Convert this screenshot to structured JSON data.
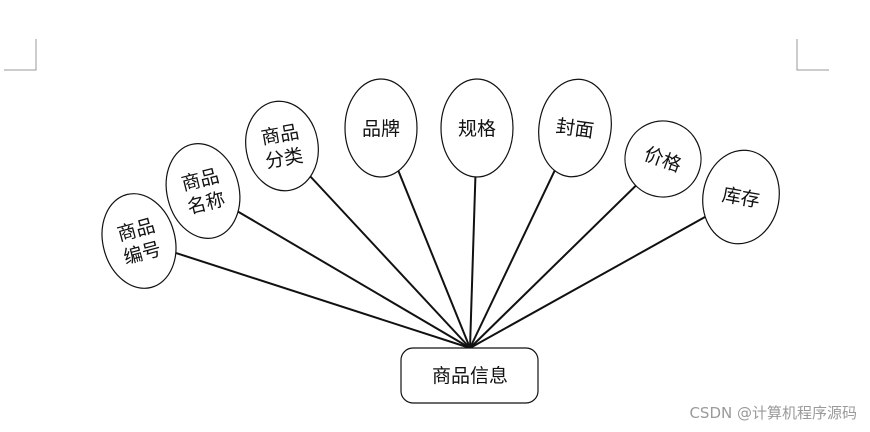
{
  "diagram": {
    "entity": {
      "label": "商品信息"
    },
    "attributes": [
      {
        "lines": [
          "商品",
          "编号"
        ]
      },
      {
        "lines": [
          "商品",
          "名称"
        ]
      },
      {
        "lines": [
          "商品",
          "分类"
        ]
      },
      {
        "lines": [
          "品牌"
        ]
      },
      {
        "lines": [
          "规格"
        ]
      },
      {
        "lines": [
          "封面"
        ]
      },
      {
        "lines": [
          "价格"
        ]
      },
      {
        "lines": [
          "库存"
        ]
      }
    ]
  },
  "watermark": "CSDN @计算机程序源码",
  "colors": {
    "stroke": "#111111",
    "margin_mark": "#9a9a9a",
    "watermark": "#9a9a9a"
  }
}
